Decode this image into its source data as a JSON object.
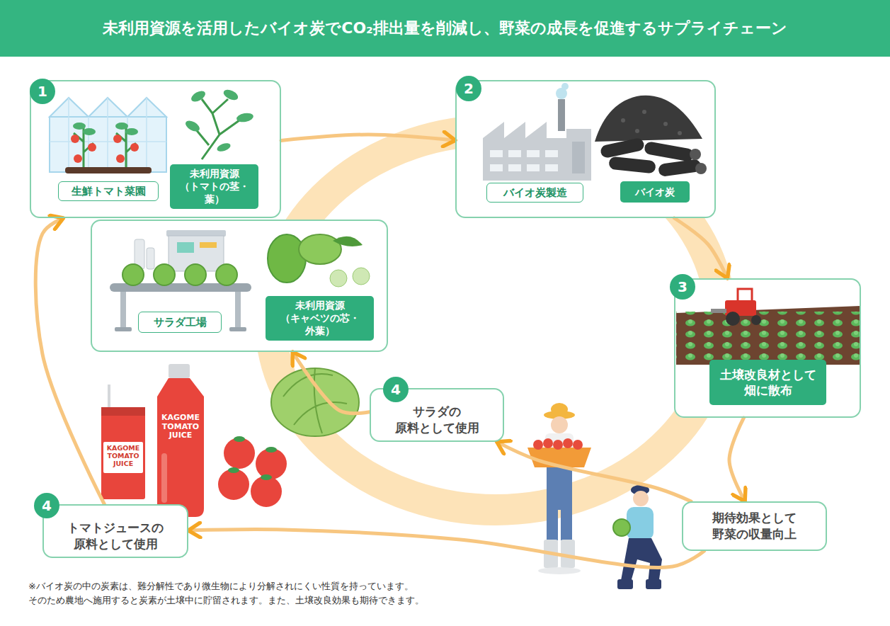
{
  "diagram": {
    "title": "未利用資源を活用したバイオ炭でCO₂排出量を削減し、野菜の成長を促進するサプライチェーン",
    "nodes": [
      {
        "text": [
          "1"
        ]
      },
      {
        "text": [
          "生鮮トマト菜園"
        ],
        "in": 0
      },
      {
        "text": [
          "未利用資源 （トマトの茎・葉）"
        ],
        "in": 0
      },
      {
        "text": []
      },
      {
        "text": [
          "サラダ工場"
        ],
        "in": 3
      },
      {
        "text": [
          "未利用資源 （キャベツの芯・外葉）"
        ],
        "in": 3
      },
      {
        "text": [
          "2"
        ]
      },
      {
        "text": [
          "バイオ炭製造"
        ],
        "in": 6
      },
      {
        "text": [
          "バイオ炭"
        ],
        "in": 6
      },
      {
        "text": [
          "3"
        ]
      },
      {
        "text": [
          "土壌改良材として 畑に散布"
        ],
        "in": 9
      },
      {
        "text": [
          "期待効果として 野菜の収量向上"
        ]
      },
      {
        "text": [
          "4",
          "サラダの 原料として使用"
        ]
      },
      {
        "text": [
          "4",
          "トマトジュースの 原料として使用"
        ]
      }
    ],
    "edges": [
      {
        "from": 0,
        "to": 6,
        "arrow": "to"
      },
      {
        "from": 6,
        "to": 9,
        "arrow": "to"
      },
      {
        "from": 9,
        "to": 11,
        "arrow": "to"
      },
      {
        "from": 11,
        "to": 12,
        "arrow": "to"
      },
      {
        "from": 11,
        "to": 13,
        "arrow": "to"
      },
      {
        "from": 12,
        "to": 3,
        "arrow": "to"
      },
      {
        "from": 13,
        "to": 0,
        "arrow": "to"
      }
    ],
    "labels": [
      "※バイオ炭の中の炭素は、難分解性であり微生物により分解されにくい性質を持っています。 そのため農地へ施用すると炭素が土壌中に貯留されます。また、土壌改良効果も期待できます。",
      "KAGOME TOMATO JUICE",
      "KAGOME TOMATO JUICE"
    ]
  }
}
